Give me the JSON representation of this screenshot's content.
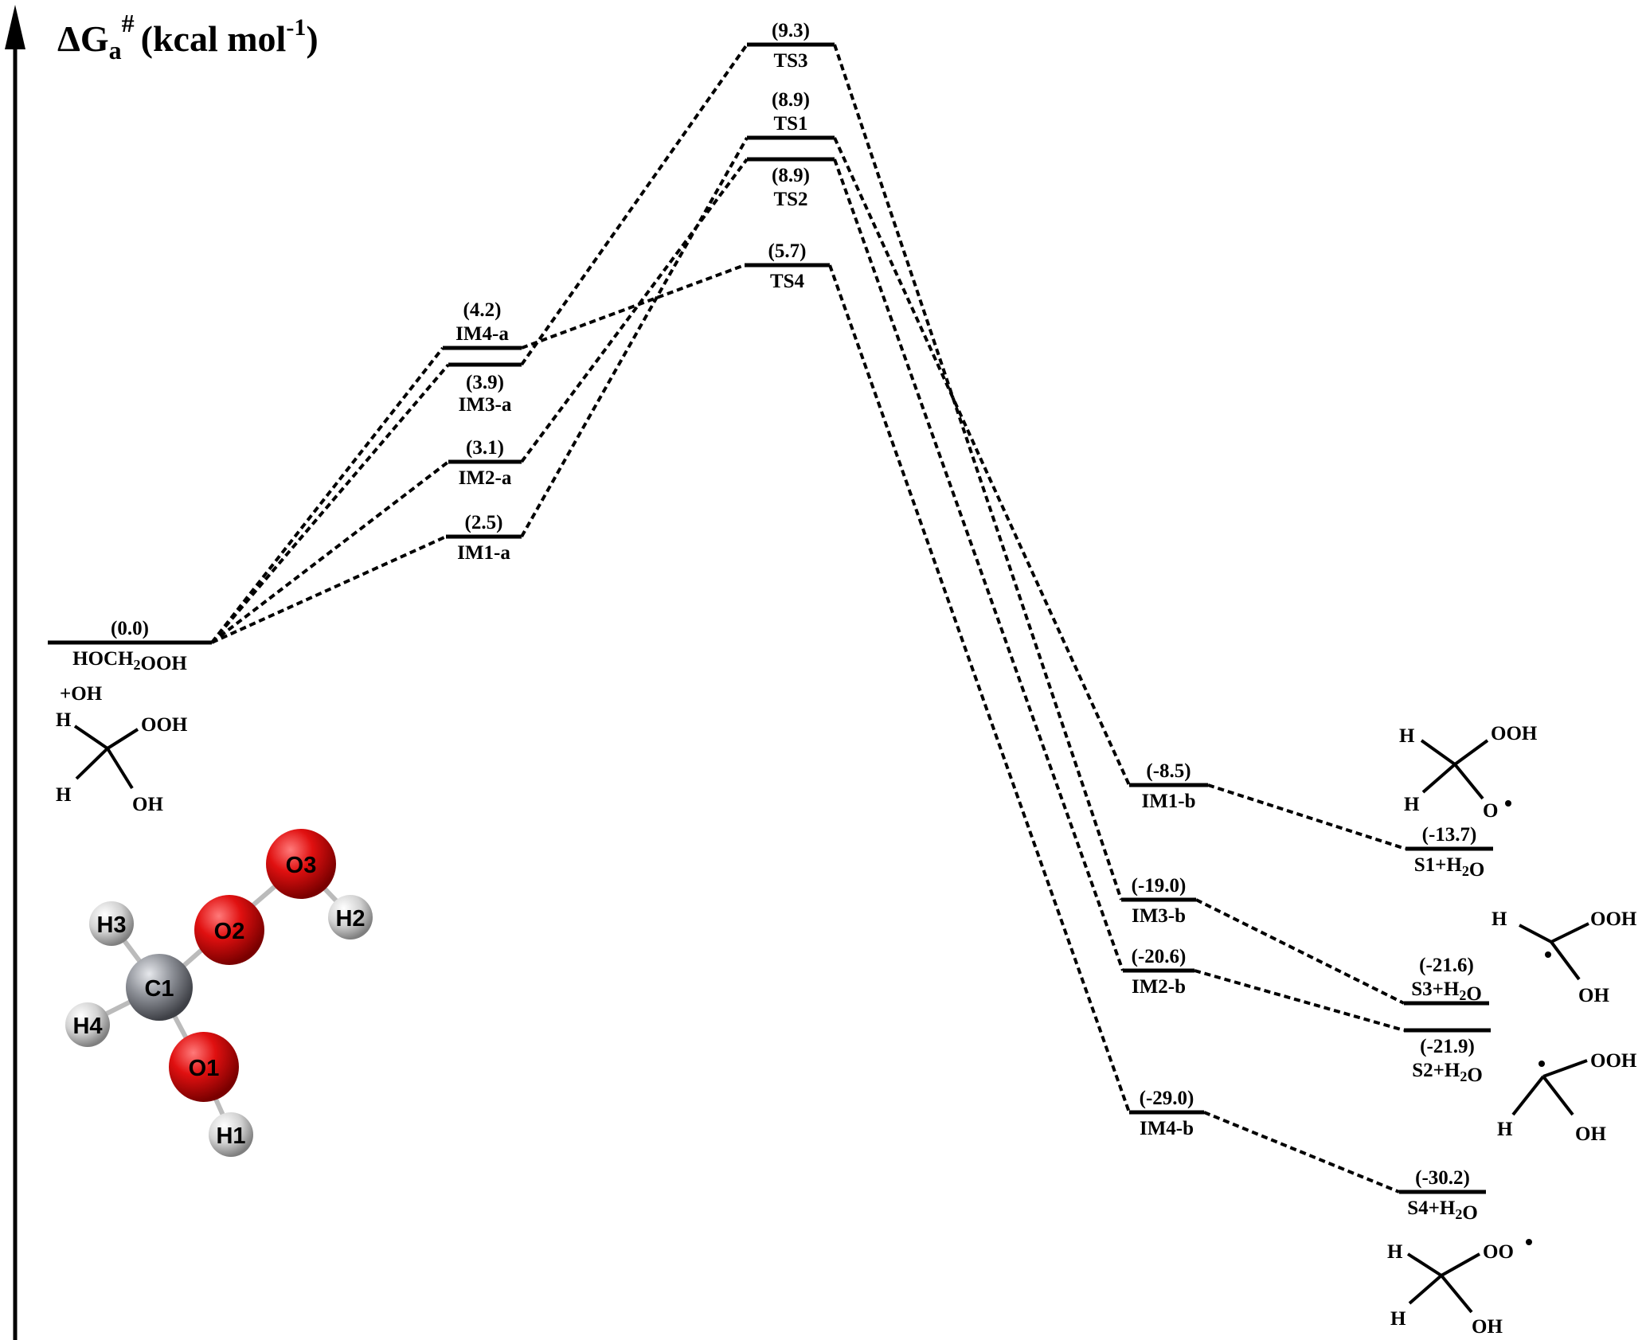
{
  "axis": {
    "title_delta_g": "ΔG",
    "title_sub": "a",
    "title_sup": "#",
    "title_unit": "(kcal mol",
    "title_unit_sup": "-1",
    "title_unit_end": ")"
  },
  "levels": [
    {
      "id": "R",
      "value": "(0.0)",
      "label": "HOCH2OOH",
      "label2": "+OH"
    },
    {
      "id": "IM1a",
      "value": "(2.5)",
      "label": "IM1-a"
    },
    {
      "id": "IM2a",
      "value": "(3.1)",
      "label": "IM2-a"
    },
    {
      "id": "IM3a",
      "value": "(3.9)",
      "label": "IM3-a"
    },
    {
      "id": "IM4a",
      "value": "(4.2)",
      "label": "IM4-a"
    },
    {
      "id": "TS1",
      "value": "(8.9)",
      "label": "TS1"
    },
    {
      "id": "TS2",
      "value": "(8.9)",
      "label": "TS2"
    },
    {
      "id": "TS3",
      "value": "(9.3)",
      "label": "TS3"
    },
    {
      "id": "TS4",
      "value": "(5.7)",
      "label": "TS4"
    },
    {
      "id": "IM1b",
      "value": "(-8.5)",
      "label": "IM1-b"
    },
    {
      "id": "IM3b",
      "value": "(-19.0)",
      "label": "IM3-b"
    },
    {
      "id": "IM2b",
      "value": "(-20.6)",
      "label": "IM2-b"
    },
    {
      "id": "IM4b",
      "value": "(-29.0)",
      "label": "IM4-b"
    },
    {
      "id": "S1",
      "value": "(-13.7)",
      "label": "S1+H2O"
    },
    {
      "id": "S3",
      "value": "(-21.6)",
      "label": "S3+H2O"
    },
    {
      "id": "S2",
      "value": "(-21.9)",
      "label": "S2+H2O"
    },
    {
      "id": "S4",
      "value": "(-30.2)",
      "label": "S4+H2O"
    }
  ],
  "pathways": [
    [
      "R",
      "IM1a",
      "TS1",
      "IM1b",
      "S1"
    ],
    [
      "R",
      "IM2a",
      "TS2",
      "IM2b",
      "S2"
    ],
    [
      "R",
      "IM3a",
      "TS3",
      "IM3b",
      "S3"
    ],
    [
      "R",
      "IM4a",
      "TS4",
      "IM4b",
      "S4"
    ]
  ],
  "structures": {
    "reactant": {
      "h_top": "H",
      "h_bottom": "H",
      "ooh": "OOH",
      "oh": "OH"
    },
    "s1": {
      "h_top": "H",
      "h_bottom": "H",
      "ooh": "OOH",
      "o_radical": "O"
    },
    "s3": {
      "h": "H",
      "ooh": "OOH",
      "oh": "OH"
    },
    "s2": {
      "h": "H",
      "ooh": "OOH",
      "oh": "OH"
    },
    "s4": {
      "h_top": "H",
      "h_bottom": "H",
      "oo_radical": "OO",
      "oh": "OH"
    }
  },
  "molecule_atoms": [
    "O3",
    "H2",
    "O2",
    "H3",
    "C1",
    "H4",
    "O1",
    "H1"
  ],
  "colors": {
    "oxygen": "#e01010",
    "carbon": "#8c8f96",
    "hydrogen": "#d2d2d2",
    "line": "#000000"
  }
}
